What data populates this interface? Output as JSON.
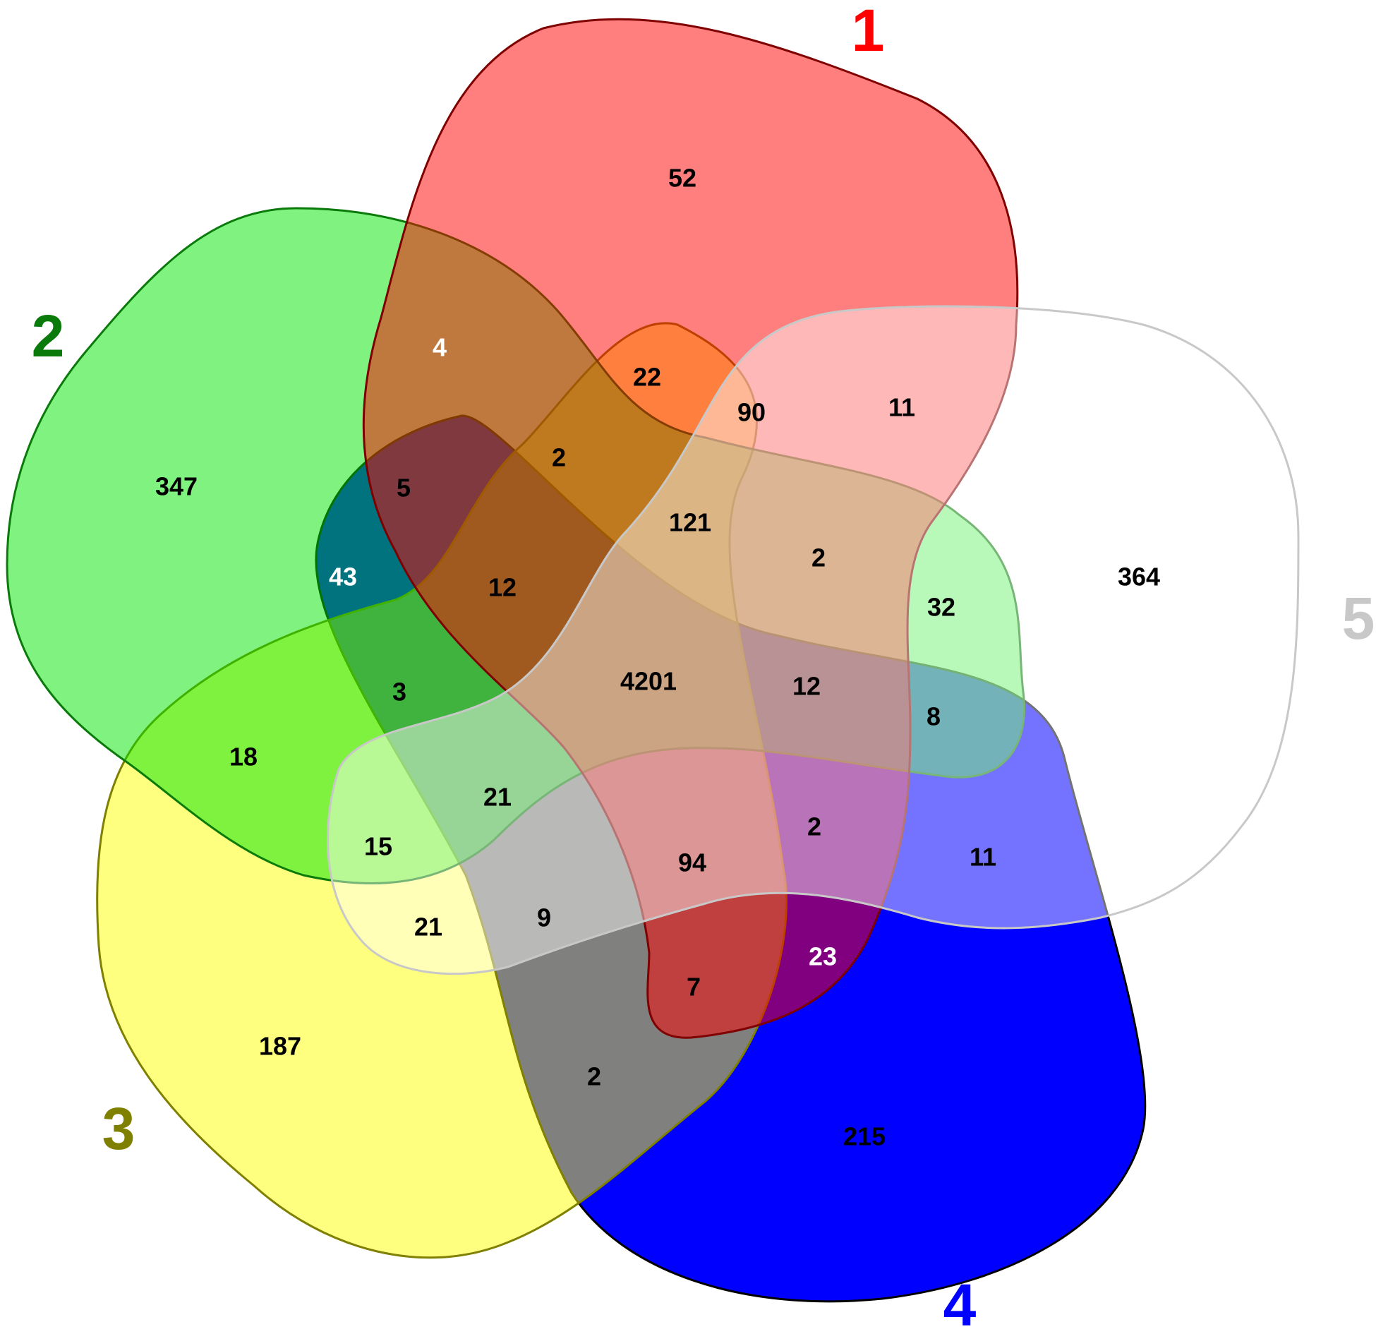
{
  "sets": [
    {
      "id": "1",
      "label": "1",
      "color": "#ff0000"
    },
    {
      "id": "2",
      "label": "2",
      "color": "#00e600"
    },
    {
      "id": "3",
      "label": "3",
      "color": "#ffff00"
    },
    {
      "id": "4",
      "label": "4",
      "color": "#0000ff"
    },
    {
      "id": "5",
      "label": "5",
      "color": "#ffffff"
    }
  ],
  "label_colors": {
    "1": "#ff0000",
    "2": "#0a7a0a",
    "3": "#7f7f00",
    "4": "#0000ff",
    "5": "#c8c8c8"
  },
  "regions": [
    {
      "sets": "1",
      "value": "52"
    },
    {
      "sets": "2",
      "value": "347"
    },
    {
      "sets": "3",
      "value": "187"
    },
    {
      "sets": "4",
      "value": "215"
    },
    {
      "sets": "5",
      "value": "364"
    },
    {
      "sets": "1,2",
      "value": "4"
    },
    {
      "sets": "1,2,3",
      "value": "22"
    },
    {
      "sets": "1,2,3,5",
      "value": "90"
    },
    {
      "sets": "1,5",
      "value": "11"
    },
    {
      "sets": "1,2,4",
      "value": "5"
    },
    {
      "sets": "2,4",
      "value": "43"
    },
    {
      "sets": "1,2,3,4",
      "value": "2"
    },
    {
      "sets": "1,2,3,4,5-a",
      "value": "121"
    },
    {
      "sets": "1,3,5",
      "value": "2"
    },
    {
      "sets": "2,5",
      "value": "32"
    },
    {
      "sets": "1,2,3,4-b",
      "value": "12"
    },
    {
      "sets": "1,2,3,4,5",
      "value": "4201"
    },
    {
      "sets": "1,4,5",
      "value": "12"
    },
    {
      "sets": "2,4,5",
      "value": "8"
    },
    {
      "sets": "2,3,4",
      "value": "3"
    },
    {
      "sets": "2,3",
      "value": "18"
    },
    {
      "sets": "2,3,4,5",
      "value": "21"
    },
    {
      "sets": "2,3,5",
      "value": "15"
    },
    {
      "sets": "1,3,4,5",
      "value": "94"
    },
    {
      "sets": "1,4,5-b",
      "value": "2"
    },
    {
      "sets": "4,5",
      "value": "11"
    },
    {
      "sets": "3,5",
      "value": "21"
    },
    {
      "sets": "3,4,5",
      "value": "9"
    },
    {
      "sets": "1,3,4",
      "value": "7"
    },
    {
      "sets": "1,4",
      "value": "23"
    },
    {
      "sets": "3,4",
      "value": "2"
    }
  ]
}
